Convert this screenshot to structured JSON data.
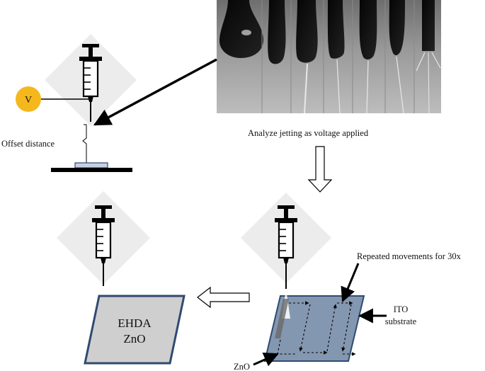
{
  "labels": {
    "voltage_symbol": "V",
    "offset_distance": "Offset distance",
    "analyze": "Analyze jetting as voltage applied",
    "repeated": "Repeated movements for 30x",
    "ito_line1": "ITO",
    "ito_line2": "substrate",
    "zno": "ZnO",
    "ehda_line1": "EHDA",
    "ehda_line2": "ZnO"
  },
  "colors": {
    "voltage_source": "#f5b81c",
    "substrate_blue": "#8497b0",
    "substrate_border": "#2f4a72",
    "ehda_film": "#cfcfcf",
    "diamond": "#ececec",
    "arrow_black": "#000000"
  },
  "icons": [
    "syringe-icon",
    "voltage-source-icon",
    "hollow-arrow-down-icon",
    "hollow-arrow-left-icon"
  ]
}
